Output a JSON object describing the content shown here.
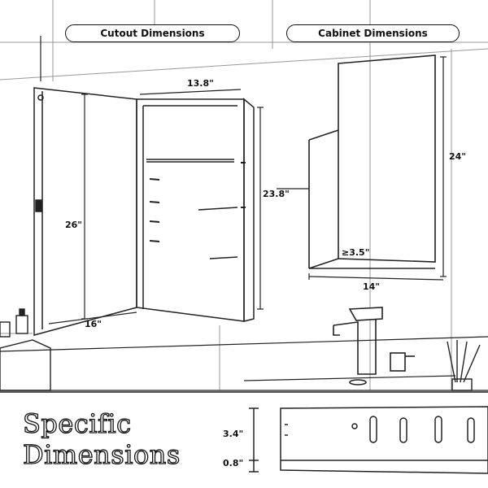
{
  "labels": {
    "cutout_title": "Cutout Dimensions",
    "cabinet_title": "Cabinet Dimensions",
    "cutout_width": "13.8\"",
    "cutout_height": "23.8\"",
    "door_height": "26\"",
    "door_width": "16\"",
    "cabinet_height": "24\"",
    "cabinet_width": "14\"",
    "cabinet_depth": "≥3.5\"",
    "specific_line1": "Specific",
    "specific_line2": "Dimensions",
    "shelf_height": "3.4\"",
    "shelf_lip": "0.8\""
  }
}
